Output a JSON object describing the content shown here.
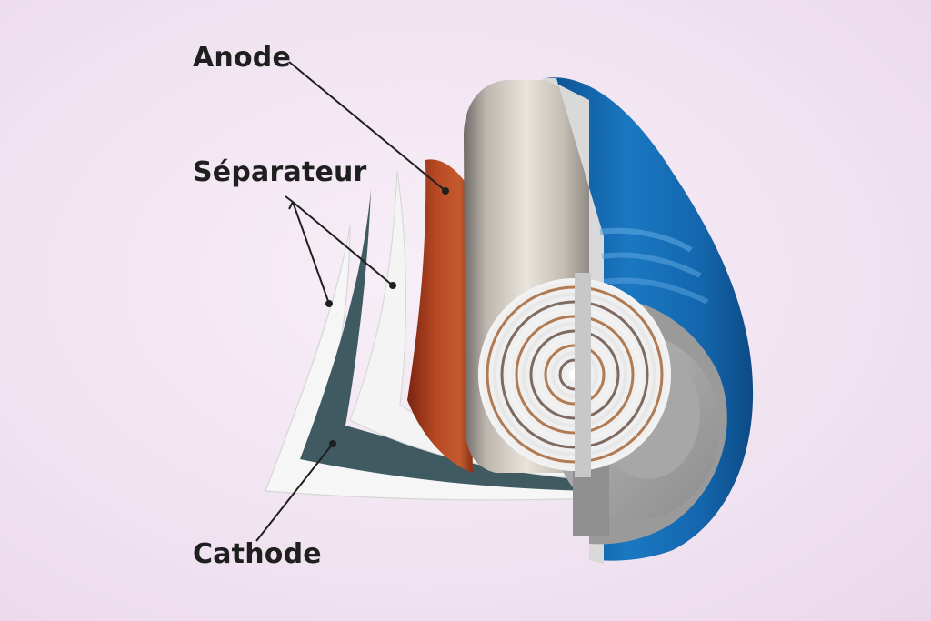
{
  "labels": {
    "anode": "Anode",
    "separator": "Séparateur",
    "cathode": "Cathode"
  },
  "colors": {
    "background": "#f2e6f2",
    "anode_layer": "#b5421f",
    "separator_layer": "#f3f3f3",
    "cathode_layer": "#3f5a61",
    "casing": "#1570b8",
    "roll": "#c9c3bb",
    "leader_line": "#1f1f1f"
  }
}
